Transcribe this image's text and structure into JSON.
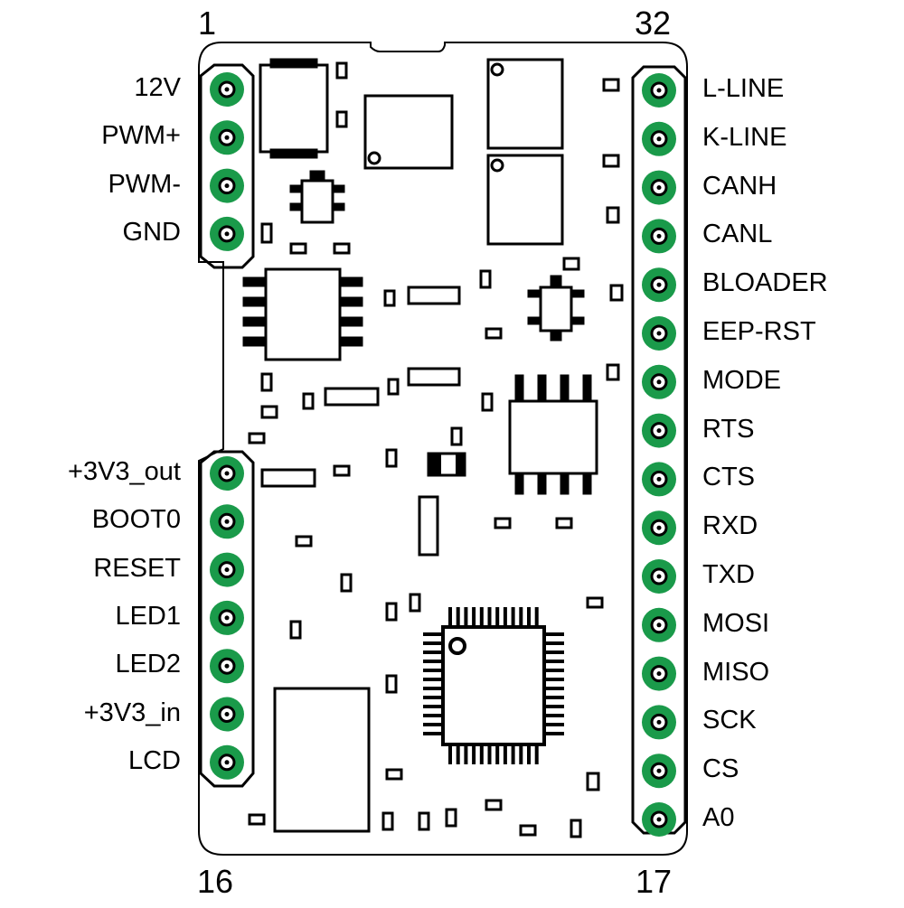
{
  "corner_numbers": {
    "top_left": "1",
    "top_right": "32",
    "bottom_left": "16",
    "bottom_right": "17"
  },
  "pins_left_top": [
    "12V",
    "PWM+",
    "PWM-",
    "GND"
  ],
  "pins_left_bottom": [
    "+3V3_out",
    "BOOT0",
    "RESET",
    "LED1",
    "LED2",
    "+3V3_in",
    "LCD"
  ],
  "pins_right": [
    "L-LINE",
    "K-LINE",
    "CANH",
    "CANL",
    "BLOADER",
    "EEP-RST",
    "MODE",
    "RTS",
    "CTS",
    "RXD",
    "TXD",
    "MOSI",
    "MISO",
    "SCK",
    "CS",
    "A0"
  ],
  "colors": {
    "pad": "#1a9a4a",
    "outline": "#000000",
    "board": "#ffffff"
  }
}
